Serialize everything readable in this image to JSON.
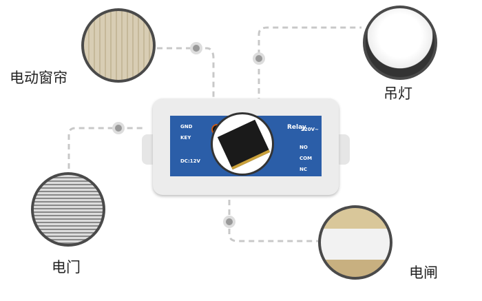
{
  "labels": {
    "curtain": "电动窗帘",
    "lamp": "吊灯",
    "door": "电门",
    "breaker": "电闸"
  },
  "device": {
    "gnd": "GND",
    "key": "KEY",
    "dc": "DC:12V",
    "relay": "Relay",
    "voltage": "220V~",
    "no": "NO",
    "com": "COM",
    "nc": "NC"
  }
}
